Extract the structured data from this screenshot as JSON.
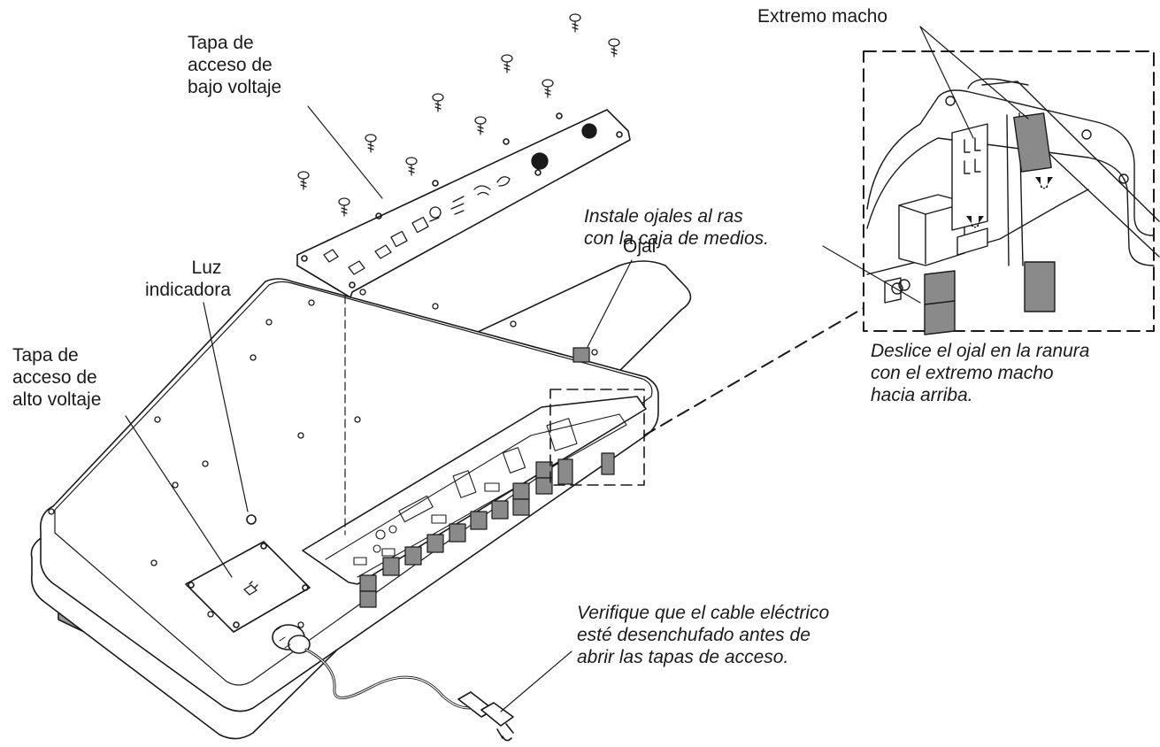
{
  "labels": {
    "low_voltage_cover": [
      "Tapa de",
      "acceso de",
      "bajo voltaje"
    ],
    "indicator_light": [
      "Luz",
      "indicadora"
    ],
    "high_voltage_cover": [
      "Tapa de",
      "acceso de",
      "alto voltaje"
    ],
    "grommet": "Ojal",
    "male_end": "Extremo macho"
  },
  "notes": {
    "flush_grommets": [
      "Instale ojales al ras",
      "con la caja de medios."
    ],
    "slide_grommet": [
      "Deslice el ojal en la ranura",
      "con el extremo macho",
      "hacia arriba."
    ],
    "unplug_warning": [
      "Verifique que el cable eléctrico",
      "esté desenchufado antes de",
      "abrir las tapas de acceso."
    ]
  },
  "colors": {
    "line": "#1a1a1a",
    "grommet_fill": "#8a8a8a",
    "housing_fill": "#ffffff",
    "shadow_fill": "#9a9a9a"
  }
}
